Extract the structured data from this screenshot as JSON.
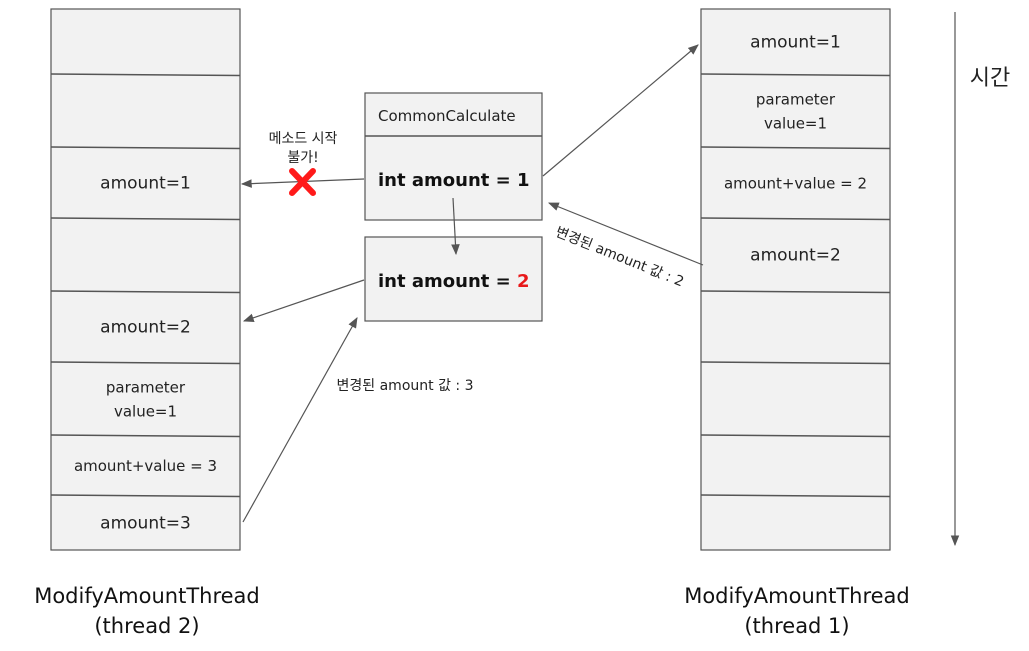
{
  "thread2": {
    "cells": [
      "",
      "",
      "amount=1",
      "",
      "amount=2",
      "parameter|value=1",
      "amount+value = 3",
      "amount=3"
    ],
    "caption_line1": "ModifyAmountThread",
    "caption_line2": "(thread 2)"
  },
  "thread1": {
    "cells": [
      "amount=1",
      "parameter|value=1",
      "amount+value = 2",
      "amount=2",
      "",
      "",
      "",
      ""
    ],
    "caption_line1": "ModifyAmountThread",
    "caption_line2": "(thread 1)"
  },
  "common": {
    "title": "CommonCalculate",
    "top_value": "int amount = 1",
    "bottom_prefix": "int amount = ",
    "bottom_value": "2"
  },
  "labels": {
    "blocked_line1": "메소드 시작",
    "blocked_line2": "불가!",
    "changed_2": "변경된 amount 값 : 2",
    "changed_3": "변경된 amount 값 : 3",
    "time": "시간"
  },
  "colors": {
    "cell_fill": "#f2f2f2",
    "border": "#555555",
    "arrow": "#555555",
    "highlight": "#e8191a",
    "cross": "#ff1a1a"
  }
}
